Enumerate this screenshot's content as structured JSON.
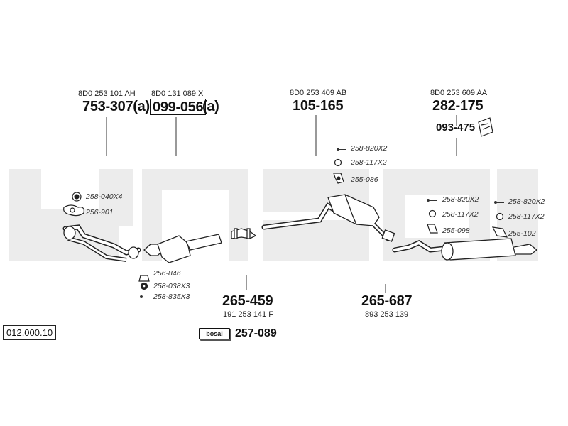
{
  "labels": {
    "oem_753": "8D0 253 101 AH",
    "pn_753": "753-307(a)",
    "oem_099": "8D0 131 089 X",
    "pn_099": "099-056",
    "pn_099_suffix": "(a)",
    "oem_105": "8D0 253 409 AB",
    "pn_105": "105-165",
    "oem_282": "8D0 253 609 AA",
    "pn_282": "282-175",
    "pn_093": "093-475",
    "h_258_040": "258-040X4",
    "h_256_901": "256-901",
    "h_256_846": "256-846",
    "h_258_038": "258-038X3",
    "h_258_835": "258-835X3",
    "pn_265_459": "265-459",
    "oem_265_459": "191 253 141 F",
    "pn_265_687": "265-687",
    "oem_265_687": "893 253 139",
    "h_258_820_a": "258-820X2",
    "h_258_117_a": "258-117X2",
    "h_255_086": "255-086",
    "h_258_820_b": "258-820X2",
    "h_258_117_b": "258-117X2",
    "h_255_098": "255-098",
    "h_258_820_c": "258-820X2",
    "h_258_117_c": "258-117X2",
    "h_255_102": "255-102",
    "pn_257_089": "257-089",
    "brand_plate": "bosal",
    "reference": "012.000.10",
    "watermark": "bosal"
  }
}
